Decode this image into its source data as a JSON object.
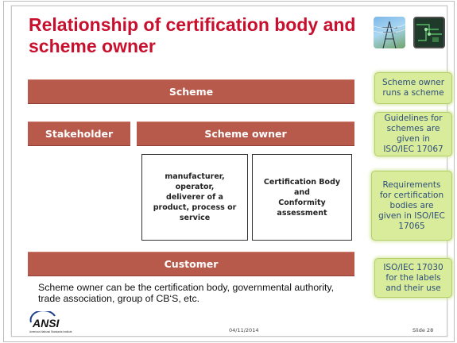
{
  "slide": {
    "title": "Relationship of certification body and scheme owner",
    "bands": {
      "scheme": "Scheme",
      "stakeholder": "Stakeholder",
      "scheme_owner": "Scheme owner",
      "customer": "Customer"
    },
    "boxes": {
      "manufacturer": "manufacturer,\noperator,\ndeliverer of a\nproduct, process or\nservice",
      "certification_body": "Certification Body\nand\nConformity\nassessment"
    },
    "body_text": "Scheme owner can be the certification body, governmental authority, trade association, group of CB‘S, etc.",
    "notes": [
      "Scheme owner\nruns a scheme",
      "Guidelines for\nschemes are\ngiven in\nISO/IEC 17067",
      "Requirements\nfor certification\nbodies  are\ngiven in ISO/IEC\n17065",
      "ISO/IEC 17030\nfor the labels\nand their use"
    ],
    "footer": {
      "logo_text": "ANSI",
      "logo_subtitle": "American National Standards Institute",
      "date": "04/11/2014",
      "slide_number": "Slide 28"
    },
    "colors": {
      "title": "#c8102e",
      "band": "#b75a4c",
      "note_bg": "#d8ec9c",
      "note_text": "#2e4d79"
    }
  }
}
